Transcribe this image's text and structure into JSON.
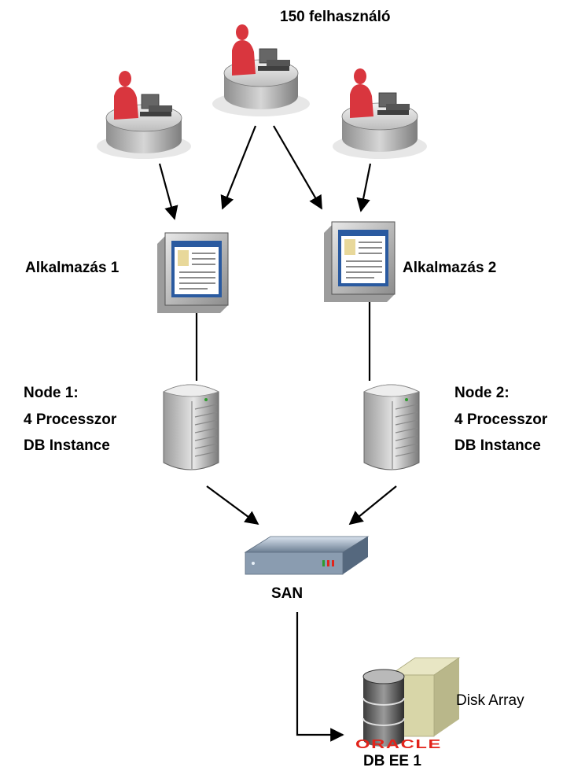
{
  "users_label": "150 felhasználó",
  "app1_label": "Alkalmazás 1",
  "app2_label": "Alkalmazás 2",
  "node1": {
    "line1": "Node 1:",
    "line2": "4 Processzor",
    "line3": "DB Instance"
  },
  "node2": {
    "line1": "Node 2:",
    "line2": "4 Processzor",
    "line3": "DB Instance"
  },
  "san_label": "SAN",
  "disk_array_label": "Disk Array",
  "oracle_logo_text": "ORACLE",
  "db_label": "DB EE 1",
  "colors": {
    "user": "#d9363e",
    "oracle_red": "#e2231a",
    "platform": "#c8c8c8",
    "disk_box": "#d8d6a8"
  }
}
